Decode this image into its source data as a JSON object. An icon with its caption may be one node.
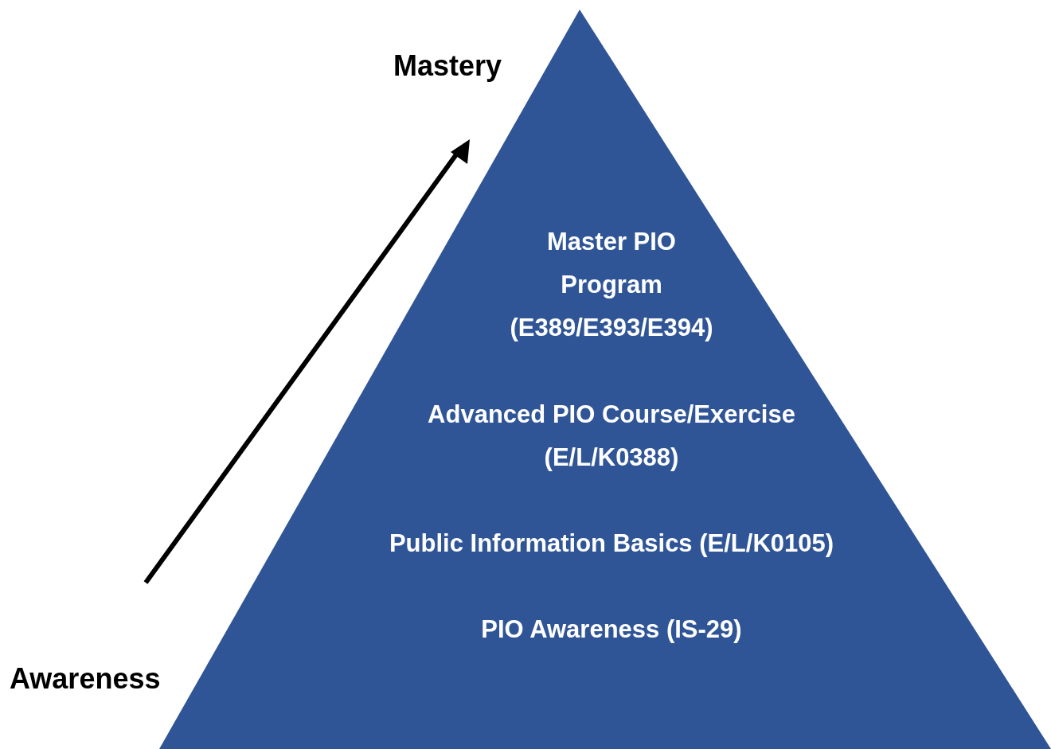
{
  "diagram": {
    "nodes": [
      {
        "text": [
          "Master PIO Program (E389/E393/E394)",
          "Advanced PIO Course/Exercise (E/L/K0388)",
          "Public Information Basics (E/L/K0105)",
          "PIO Awareness (IS-29)"
        ]
      }
    ],
    "labels": [
      "Mastery",
      "Awareness"
    ]
  }
}
